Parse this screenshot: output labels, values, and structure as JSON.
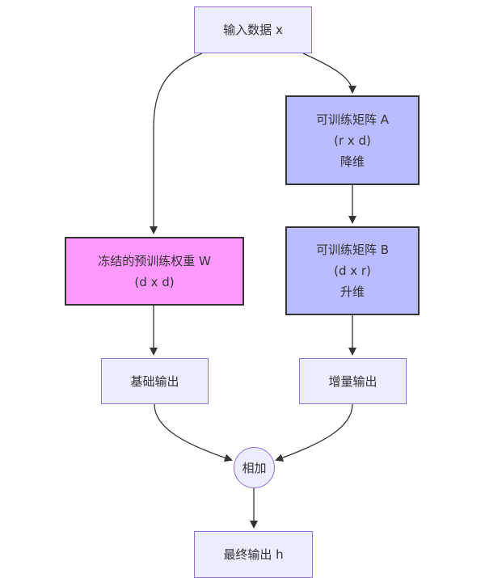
{
  "diagram": {
    "type": "flowchart",
    "colors": {
      "default_fill": "#ECECFF",
      "default_stroke": "#9370DB",
      "trainable_fill": "#BBBBFF",
      "frozen_fill": "#FF99FF",
      "emphasis_stroke": "#333333",
      "edge": "#333333"
    },
    "nodes": {
      "input": {
        "lines": [
          "输入数据 x"
        ]
      },
      "frozen": {
        "lines": [
          "冻结的预训练权重 W",
          "(d x d)"
        ]
      },
      "matA": {
        "lines": [
          "可训练矩阵 A",
          "(r x d)",
          "降维"
        ]
      },
      "matB": {
        "lines": [
          "可训练矩阵 B",
          "(d x r)",
          "升维"
        ]
      },
      "base_out": {
        "lines": [
          "基础输出"
        ]
      },
      "delta_out": {
        "lines": [
          "增量输出"
        ]
      },
      "add": {
        "lines": [
          "相加"
        ]
      },
      "final": {
        "lines": [
          "最终输出 h"
        ]
      }
    },
    "edges": [
      {
        "from": "input",
        "to": "frozen"
      },
      {
        "from": "input",
        "to": "matA"
      },
      {
        "from": "matA",
        "to": "matB"
      },
      {
        "from": "frozen",
        "to": "base_out"
      },
      {
        "from": "matB",
        "to": "delta_out"
      },
      {
        "from": "base_out",
        "to": "add"
      },
      {
        "from": "delta_out",
        "to": "add"
      },
      {
        "from": "add",
        "to": "final"
      }
    ]
  }
}
